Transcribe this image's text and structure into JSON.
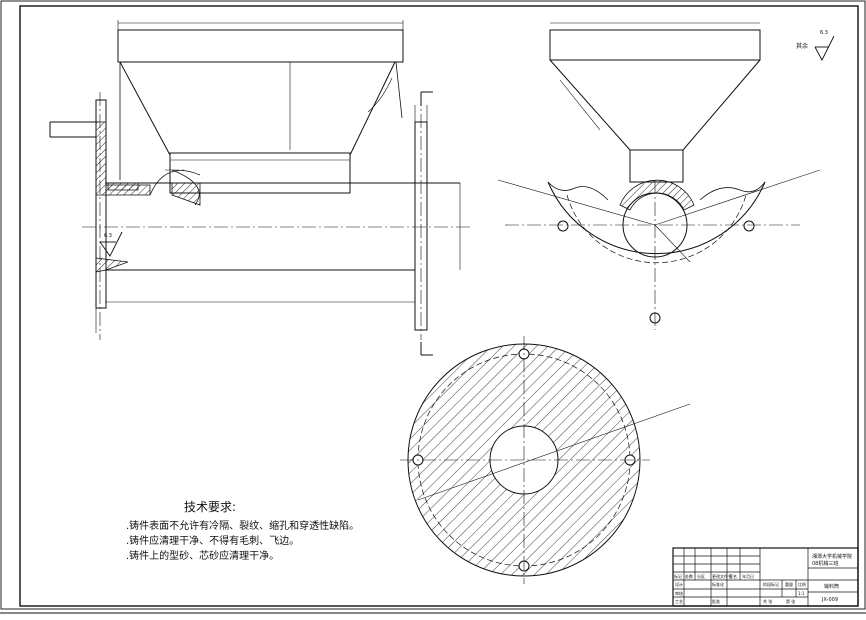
{
  "drawing": {
    "roughness_note": "其余",
    "roughness_main": "6.3",
    "roughness_local": "6.3"
  },
  "tech_requirements": {
    "title": "技术要求:",
    "items": [
      ".铸件表面不允许有冷隔、裂纹、缩孔和穿透性缺陷。",
      ".铸件应清理干净、不得有毛刺、飞边。",
      ".铸件上的型砂、芯砂应清理干净。"
    ]
  },
  "title_block": {
    "school": "湘潭大学机械学院",
    "class": "08机械三班",
    "part_name": "输料筒",
    "drawing_no": "JX-009",
    "labels": [
      "标记",
      "处数",
      "分区",
      "更改文件号",
      "签名",
      "年月日",
      "设计",
      "标准化",
      "审核",
      "工艺",
      "批准",
      "阶段标记",
      "重量",
      "比例",
      "共 张",
      "第 张"
    ],
    "scale": "1:1"
  }
}
